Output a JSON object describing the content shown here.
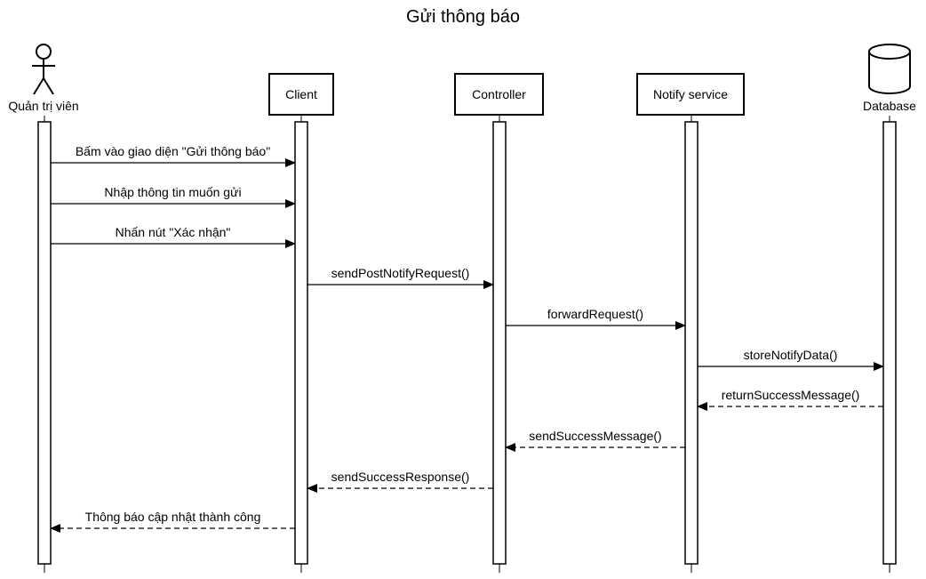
{
  "title": "Gửi thông báo",
  "participants": [
    {
      "id": "admin",
      "label": "Quản trị viên",
      "kind": "actor"
    },
    {
      "id": "client",
      "label": "Client",
      "kind": "box"
    },
    {
      "id": "controller",
      "label": "Controller",
      "kind": "box"
    },
    {
      "id": "notify",
      "label": "Notify service",
      "kind": "box"
    },
    {
      "id": "db",
      "label": "Database",
      "kind": "database"
    }
  ],
  "messages": [
    {
      "from": "admin",
      "to": "client",
      "text": "Bấm vào giao diện \"Gửi thông báo\"",
      "style": "sync"
    },
    {
      "from": "admin",
      "to": "client",
      "text": "Nhập thông tin muốn gửi",
      "style": "sync"
    },
    {
      "from": "admin",
      "to": "client",
      "text": "Nhấn nút \"Xác nhận\"",
      "style": "sync"
    },
    {
      "from": "client",
      "to": "controller",
      "text": "sendPostNotifyRequest()",
      "style": "sync"
    },
    {
      "from": "controller",
      "to": "notify",
      "text": "forwardRequest()",
      "style": "sync"
    },
    {
      "from": "notify",
      "to": "db",
      "text": "storeNotifyData()",
      "style": "sync"
    },
    {
      "from": "db",
      "to": "notify",
      "text": "returnSuccessMessage()",
      "style": "return"
    },
    {
      "from": "notify",
      "to": "controller",
      "text": "sendSuccessMessage()",
      "style": "return"
    },
    {
      "from": "controller",
      "to": "client",
      "text": "sendSuccessResponse()",
      "style": "return"
    },
    {
      "from": "client",
      "to": "admin",
      "text": "Thông báo cập nhật thành công",
      "style": "return"
    }
  ]
}
